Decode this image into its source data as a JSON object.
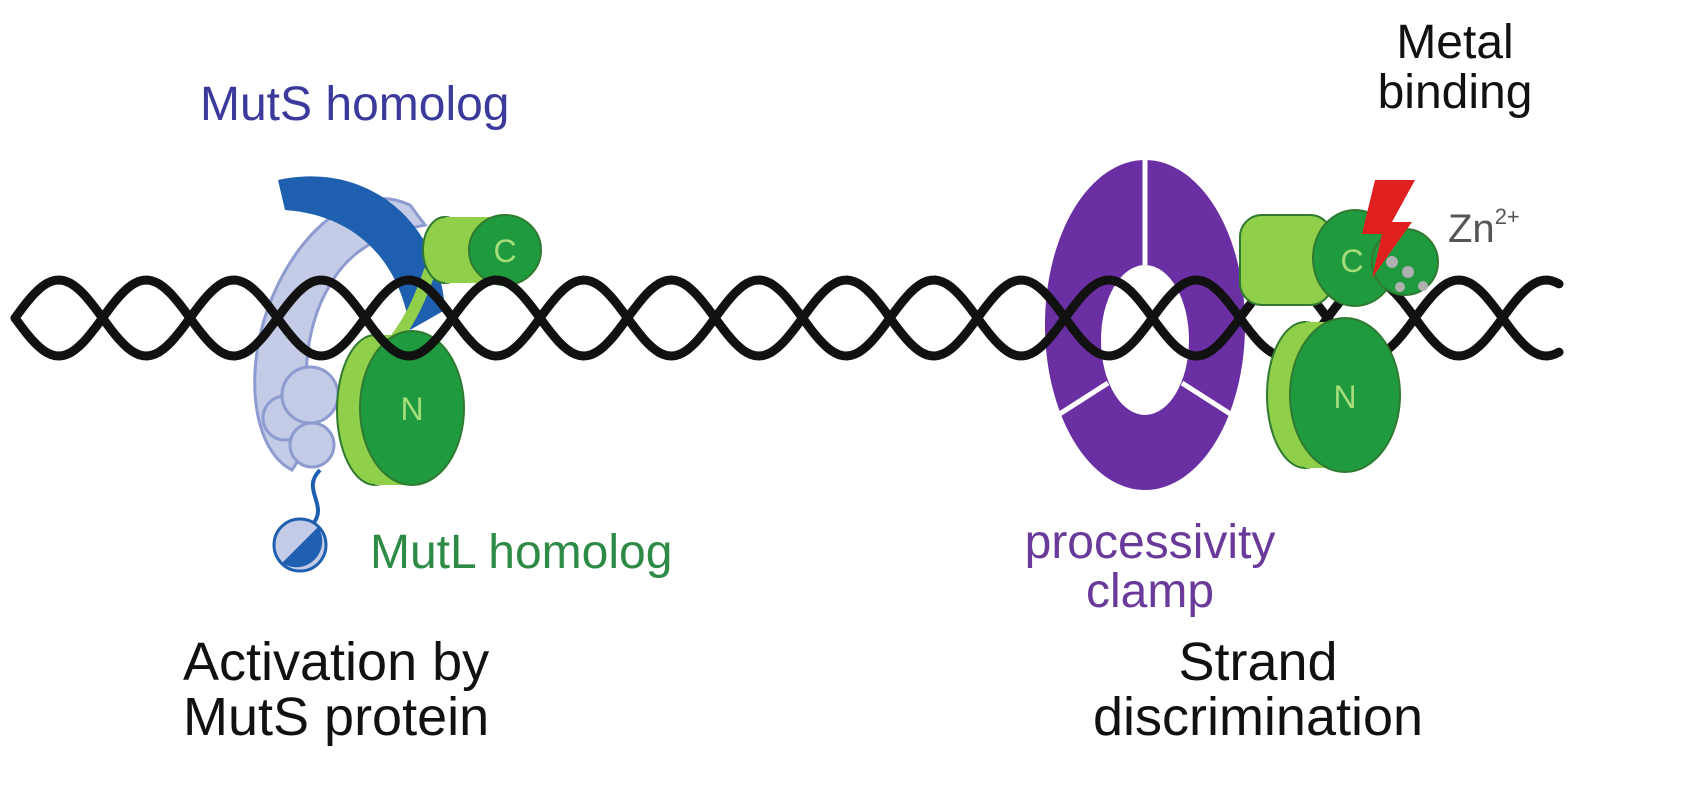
{
  "labels": {
    "muts_homolog": "MutS homolog",
    "mutl_homolog": "MutL homolog",
    "processivity_line1": "processivity",
    "processivity_line2": "clamp",
    "metal_line1": "Metal",
    "metal_line2": "binding",
    "zn_base": "Zn",
    "zn_charge": "2+",
    "activation_line1": "Activation by",
    "activation_line2": "MutS protein",
    "strand_line1": "Strand",
    "strand_line2": "discrimination",
    "left_c_domain": "C",
    "left_n_domain": "N",
    "right_c_domain": "C",
    "right_n_domain": "N"
  },
  "colors": {
    "muts_label": "#3b3a9c",
    "mutl_label": "#2e8b46",
    "clamp_label": "#6a3a9a",
    "muts_dark": "#1f5fb0",
    "muts_light": "#c3cbe6",
    "mutl_light": "#8fcf4a",
    "mutl_dark": "#1f9a3e",
    "clamp": "#6a2fa3",
    "bolt": "#e0201e",
    "dna": "#111111",
    "text": "#111111",
    "zn": "#555555"
  },
  "icons": {
    "metal": "lightning-bolt-icon"
  }
}
